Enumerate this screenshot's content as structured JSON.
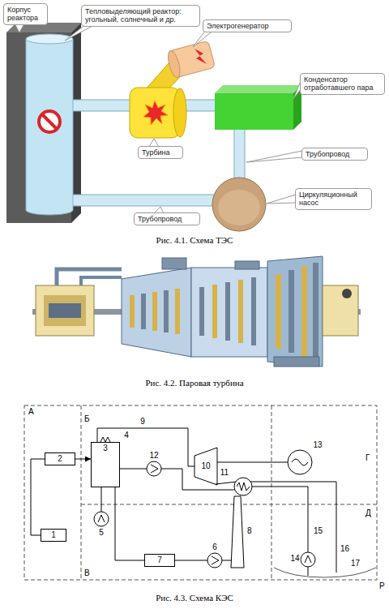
{
  "diagram": {
    "nodes": [
      {
        "text": [
          "Корпус реактора"
        ]
      },
      {
        "text": [
          "Тепловыделяющий реактор: угольный, солнечный и др."
        ]
      },
      {
        "text": [
          "Электрогенератор"
        ]
      },
      {
        "text": [
          "Конденсатор отработавшего пара"
        ]
      },
      {
        "text": [
          "Турбина"
        ]
      },
      {
        "text": [
          "Трубопровод"
        ]
      },
      {
        "text": [
          "Циркуляционный насос"
        ]
      },
      {
        "text": [
          "Трубопровод"
        ]
      },
      {
        "text": [
          "2"
        ]
      },
      {
        "text": [
          "3"
        ]
      },
      {
        "text": [
          "1"
        ]
      },
      {
        "text": [
          "7"
        ]
      }
    ],
    "edges": [
      {
        "from": 10,
        "to": 8,
        "arrow": "none"
      },
      {
        "from": 8,
        "to": 9,
        "arrow": "to"
      },
      {
        "from": 9,
        "to": 11,
        "arrow": "none"
      }
    ],
    "labels": [
      "4",
      "5",
      "6",
      "8",
      "9",
      "10",
      "11",
      "12",
      "13",
      "14",
      "15",
      "16",
      "17",
      "А",
      "Б",
      "В",
      "Г",
      "Д",
      "Р",
      "Рис. 4.1. Схема ТЭС",
      "Рис. 4.2. Паровая турбина",
      "Рис. 4.3. Схема КЭС"
    ]
  }
}
